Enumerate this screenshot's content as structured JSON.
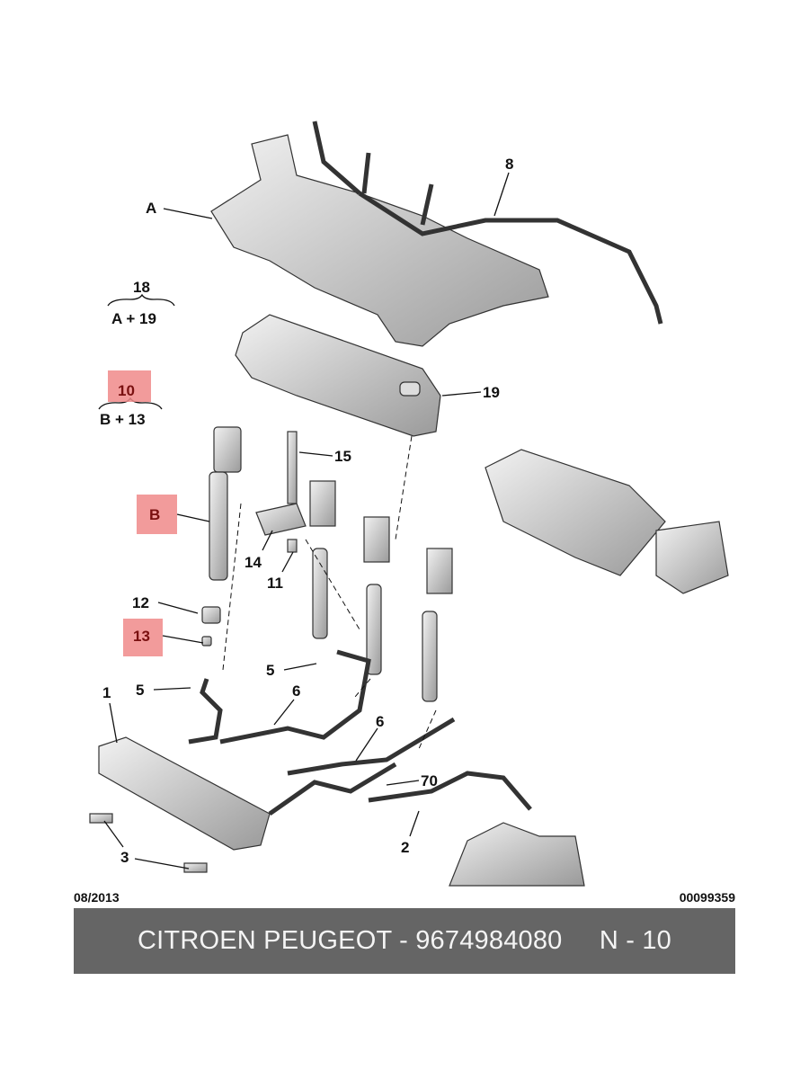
{
  "diagram": {
    "callouts": {
      "A": "A",
      "8": "8",
      "19": "19",
      "15": "15",
      "B": "B",
      "14": "14",
      "11": "11",
      "12": "12",
      "13": "13",
      "5a": "5",
      "5b": "5",
      "6a": "6",
      "6b": "6",
      "1": "1",
      "70": "70",
      "3": "3",
      "2": "2"
    },
    "groups": [
      {
        "top": "18",
        "bottom": "A + 19",
        "highlighted": false
      },
      {
        "top": "10",
        "bottom": "B + 13",
        "highlighted": true
      }
    ],
    "highlighted_callouts": [
      "10",
      "B",
      "13"
    ],
    "highlight_color": "#f08a8a"
  },
  "footer": {
    "date": "08/2013",
    "drawing_number": "00099359"
  },
  "banner": {
    "title": "CITROEN PEUGEOT - 9674984080",
    "reference": "N - 10",
    "background": "#656565"
  }
}
